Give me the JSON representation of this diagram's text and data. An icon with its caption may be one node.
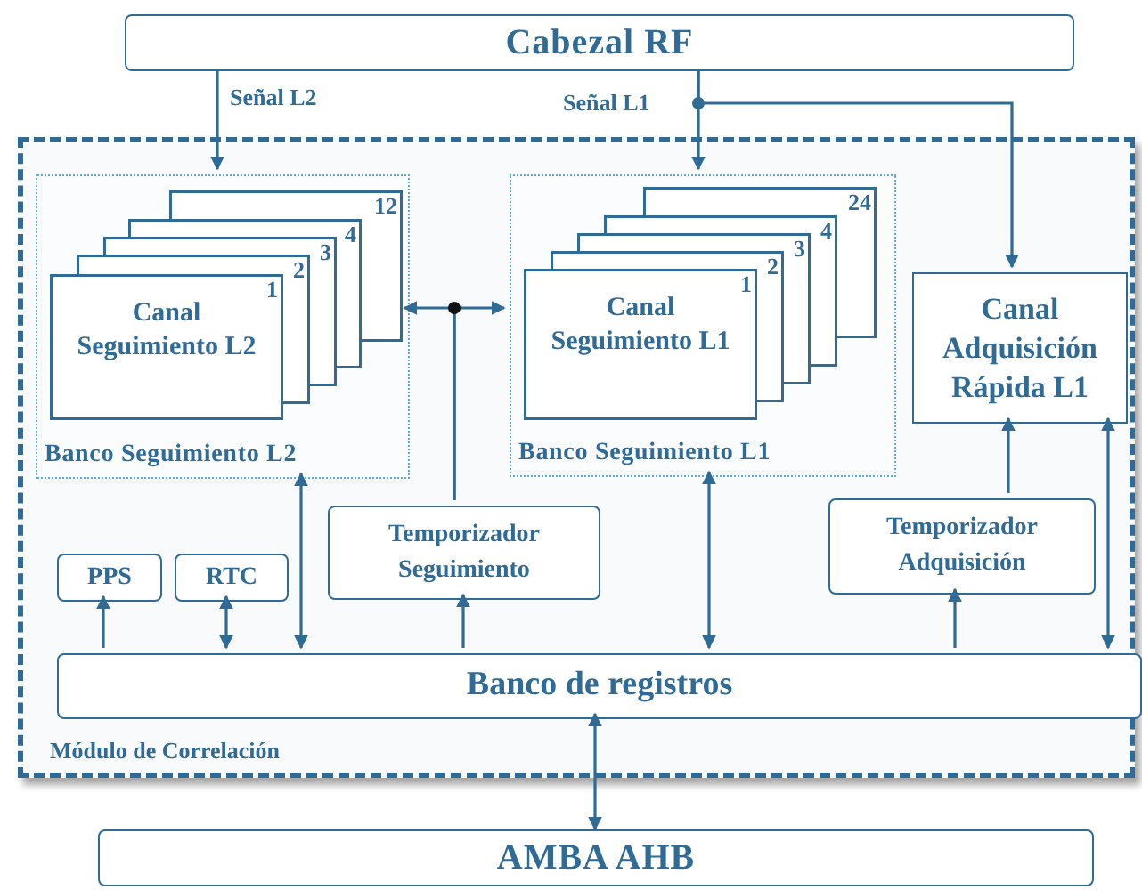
{
  "diagram": {
    "nodes": [
      {
        "text": [
          "Cabezal RF"
        ]
      },
      {
        "text": [
          "Módulo de Correlación"
        ]
      },
      {
        "text": [
          "Banco Seguimiento L2"
        ],
        "in": 1
      },
      {
        "text": [
          "12",
          "4",
          "3",
          "2",
          "1",
          "Canal Seguimiento L2"
        ],
        "in": 2
      },
      {
        "text": [
          "Banco Seguimiento L1"
        ],
        "in": 1
      },
      {
        "text": [
          "24",
          "4",
          "3",
          "2",
          "1",
          "Canal Seguimiento L1"
        ],
        "in": 4
      },
      {
        "text": [
          "Canal Adquisición Rápida L1"
        ],
        "in": 1
      },
      {
        "text": [
          "Temporizador Seguimiento"
        ],
        "in": 1
      },
      {
        "text": [
          "Temporizador Adquisición"
        ],
        "in": 1
      },
      {
        "text": [
          "PPS"
        ],
        "in": 1
      },
      {
        "text": [
          "RTC"
        ],
        "in": 1
      },
      {
        "text": [
          "Banco de registros"
        ],
        "in": 1
      },
      {
        "text": [
          "AMBA AHB"
        ]
      }
    ],
    "edges": [
      {
        "from": 0,
        "to": 2,
        "arrow": "to",
        "label": "Señal L2"
      },
      {
        "from": 0,
        "to": 4,
        "arrow": "to",
        "label": "Señal L1"
      },
      {
        "from": 0,
        "to": 6,
        "arrow": "to"
      },
      {
        "from": 7,
        "to": 2,
        "arrow": "to"
      },
      {
        "from": 7,
        "to": 4,
        "arrow": "to"
      },
      {
        "from": 11,
        "to": 9,
        "arrow": "to"
      },
      {
        "from": 11,
        "to": 10,
        "arrow": "both"
      },
      {
        "from": 11,
        "to": 2,
        "arrow": "both"
      },
      {
        "from": 11,
        "to": 7,
        "arrow": "to"
      },
      {
        "from": 11,
        "to": 4,
        "arrow": "both"
      },
      {
        "from": 11,
        "to": 8,
        "arrow": "to"
      },
      {
        "from": 8,
        "to": 6,
        "arrow": "to"
      },
      {
        "from": 6,
        "to": 11,
        "arrow": "both"
      },
      {
        "from": 11,
        "to": 12,
        "arrow": "both"
      }
    ]
  }
}
